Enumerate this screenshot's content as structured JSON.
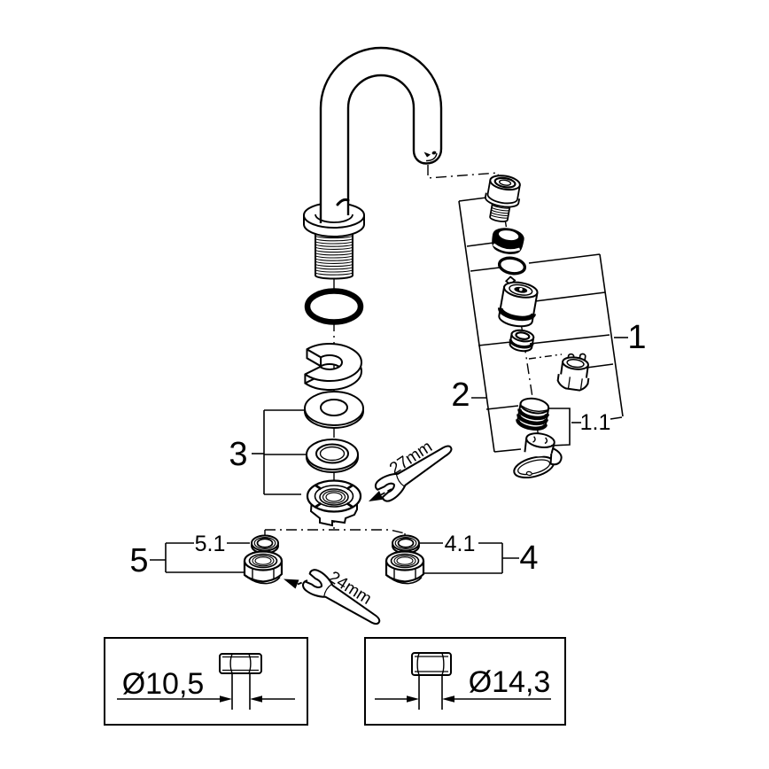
{
  "figure": {
    "type": "exploded-parts-diagram",
    "background": "#ffffff",
    "line_color": "#000000",
    "part_labels": {
      "p1": "1",
      "p1_1": "1.1",
      "p2": "2",
      "p3": "3",
      "p4": "4",
      "p4_1": "4.1",
      "p5": "5",
      "p5_1": "5.1"
    },
    "tool_labels": {
      "wrench_upper": "27mm",
      "wrench_lower": "24mm"
    },
    "dimension_labels": {
      "left_box": "Ø10,5",
      "right_box": "Ø14,3"
    }
  }
}
